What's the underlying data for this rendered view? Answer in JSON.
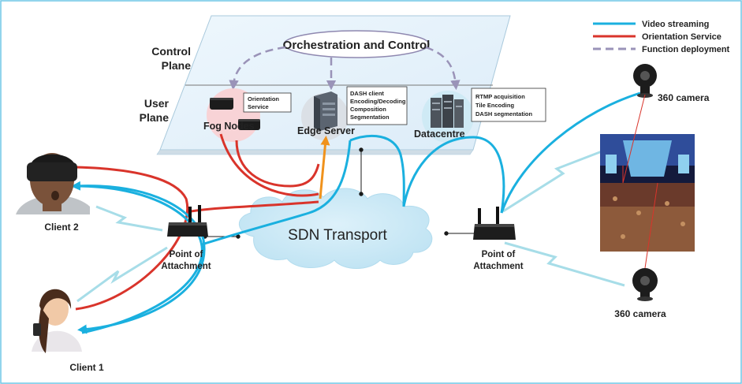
{
  "legend": {
    "video_streaming": "Video streaming",
    "orientation_service": "Orientation Service",
    "function_deployment": "Function deployment",
    "colors": {
      "video": "#1ab0df",
      "orientation": "#d9342b",
      "deployment": "#9a93b8"
    }
  },
  "planes": {
    "control": [
      "Control",
      "Plane"
    ],
    "user": [
      "User",
      "Plane"
    ]
  },
  "orchestration": "Orchestration and Control",
  "nodes": {
    "fog_nodes": "Fog Nodes",
    "edge_server": "Edge Server",
    "datacentre": "Datacentre",
    "sdn_transport": "SDN Transport",
    "poa_left": [
      "Point of",
      "Attachment"
    ],
    "poa_right": [
      "Point of",
      "Attachment"
    ],
    "camera_top": "360 camera",
    "camera_bottom": "360 camera",
    "client_1": "Client 1",
    "client_2": "Client 2"
  },
  "boxes": {
    "fog": [
      "Orientation",
      "Service"
    ],
    "edge": [
      "DASH client",
      "Encoding/Decoding",
      "Composition",
      "Segmentation"
    ],
    "datacentre": [
      "RTMP acquisition",
      "Tile Encoding",
      "DASH segmentation"
    ]
  },
  "icons": {
    "fog_device": "fog-node-icon",
    "edge_server": "server-icon",
    "datacentre": "server-rack-icon",
    "router": "router-icon",
    "camera": "camera-360-icon",
    "vr_user": "vr-headset-user-icon",
    "phone_user": "smartphone-user-icon",
    "concert": "concert-photo"
  }
}
